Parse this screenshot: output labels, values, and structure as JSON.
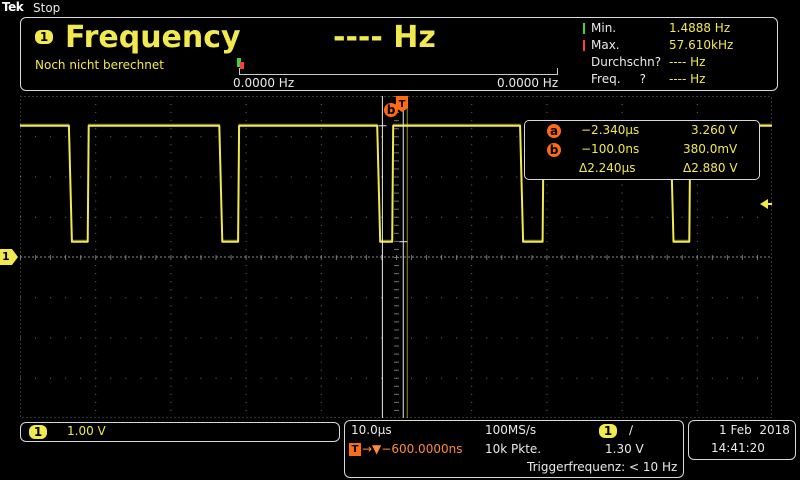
{
  "header": {
    "brand": "Tek",
    "state": "Stop"
  },
  "measurement": {
    "channel": "1",
    "name": "Frequency",
    "value": "---- Hz",
    "status": "Noch nicht berechnet",
    "range_left": "0.0000 Hz",
    "range_right": "0.0000 Hz",
    "stats": [
      {
        "label": "Min.",
        "value": "1.4888 Hz"
      },
      {
        "label": "Max.",
        "value": "57.610kHz"
      },
      {
        "label": "Durchschn?",
        "value": "---- Hz"
      },
      {
        "label": "Freq.     ?",
        "value": "---- Hz"
      }
    ]
  },
  "cursors": {
    "a_label": "a",
    "b_label": "b",
    "a_time": "−2.340µs",
    "a_volt": "3.260 V",
    "b_time": "−100.0ns",
    "b_volt": "380.0mV",
    "delta_time": "Δ2.240µs",
    "delta_volt": "Δ2.880 V",
    "top_marker": "b"
  },
  "channel_marker": "1",
  "footer": {
    "ch_label": "1",
    "ch_scale": "1.00 V",
    "timebase": "10.0µs",
    "sample_rate": "100MS/s",
    "trig_channel": "1",
    "trig_slope": "∕",
    "trig_marker": "T",
    "trig_offset": "→▼−600.0000ns",
    "record_length": "10k Pkte.",
    "trig_level": "1.30 V",
    "trig_freq": "Triggerfrequenz: < 10 Hz",
    "date": "1 Feb  2018",
    "time": "14:41:20"
  },
  "colors": {
    "channel1": "#f2e94e",
    "cursor": "#ff6a13",
    "grid": "#6e6e6e"
  },
  "waveform": {
    "high_level_div": 3.26,
    "low_level_div": 0.38,
    "pulse_starts_div": [
      -4.35,
      -2.35,
      -0.25,
      1.65,
      3.65
    ],
    "pulse_width_div": 0.25,
    "pulse_widths_div": [
      0.25,
      0.25,
      0.2,
      0.3,
      0.25
    ]
  }
}
